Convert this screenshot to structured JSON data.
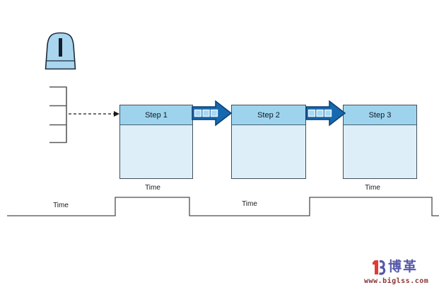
{
  "diagram_type": "process-flow-with-timeline",
  "steps": [
    {
      "label": "Step 1"
    },
    {
      "label": "Step 2"
    },
    {
      "label": "Step 3"
    }
  ],
  "icons": {
    "inventory_icon_symbol": "I",
    "push_arrow_icon": "striped-push-arrow",
    "bracket_icon": "four-tick-bracket",
    "dashed_arrow_icon": "dashed-arrow-right"
  },
  "time_labels": {
    "low_left": "Time",
    "high_step1": "Time",
    "low_middle": "Time",
    "high_step3": "Time"
  },
  "logo": {
    "brand_text": "博革",
    "url": "www.biglss.com"
  },
  "colors": {
    "box_header_blue": "#9ed3ed",
    "box_body_blue": "#ddeef8",
    "push_arrow_fill": "#1668af",
    "push_arrow_outline": "#0b3e70",
    "arrow_square_fill": "#a6d9f2",
    "timeline_stroke": "#4d4d4d",
    "logo_red": "#e53935",
    "logo_blue": "#5558a8",
    "logo_url_color": "#8b3333"
  }
}
